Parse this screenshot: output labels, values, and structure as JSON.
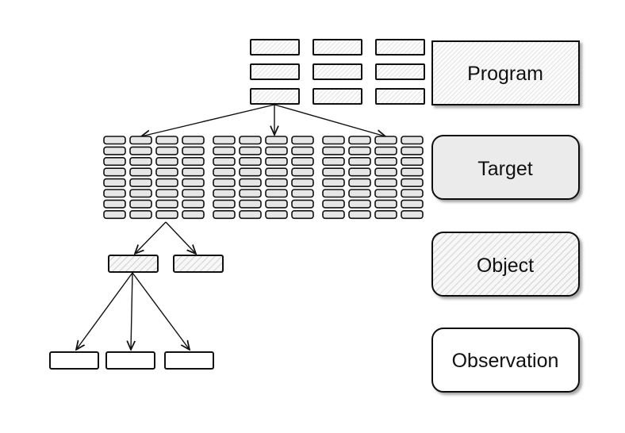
{
  "legend": {
    "program": "Program",
    "target": "Target",
    "object": "Object",
    "observation": "Observation"
  },
  "hierarchy": {
    "program_blocks": {
      "rows": 3,
      "cols": 3
    },
    "target_groups": 3,
    "target_block_grid_per_group": {
      "rows": 8,
      "cols": 4
    },
    "object_boxes": 2,
    "observation_boxes": 3
  }
}
